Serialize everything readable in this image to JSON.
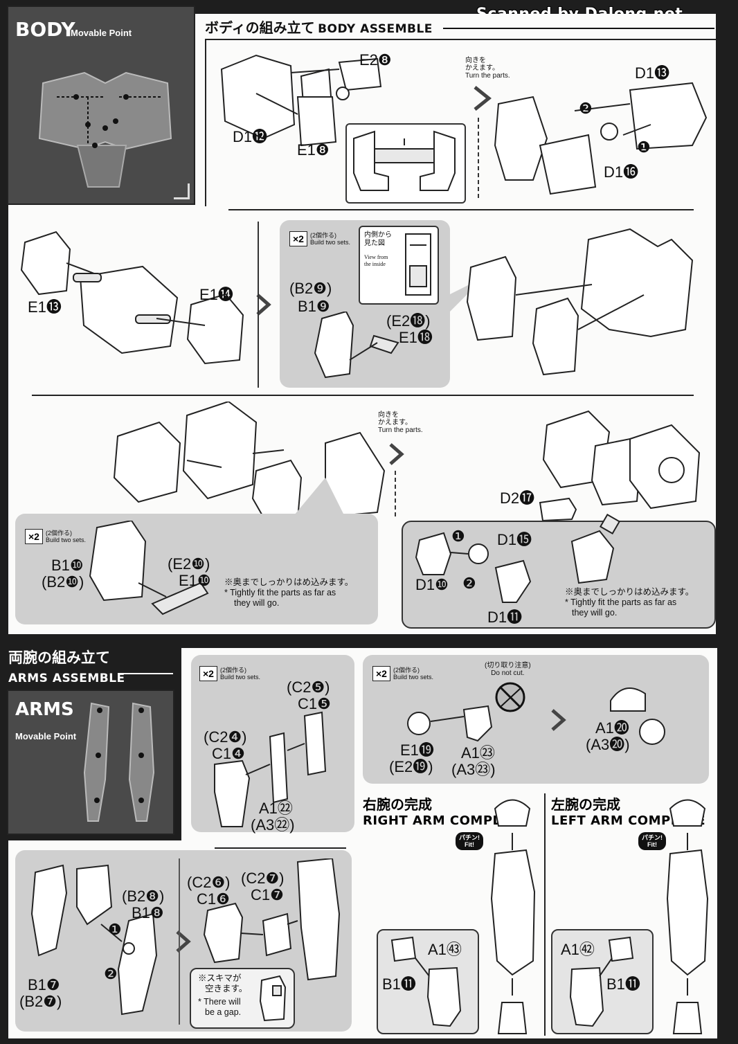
{
  "watermark": "Scanned by Dalong.net",
  "body_section": {
    "title_jp": "ボディの組み立て",
    "title_en": "BODY ASSEMBLE",
    "movable_box": {
      "label": "BODY",
      "sub": "Movable Point"
    },
    "turn_note_1": {
      "jp1": "向きを",
      "jp2": "かえます。",
      "en": "Turn the parts."
    },
    "turn_note_2": {
      "jp1": "向きを",
      "jp2": "かえます。",
      "en": "Turn the parts."
    },
    "parts": {
      "e2_8": "E2❽",
      "d1_12": "D1⓬",
      "e1_8": "E1❽",
      "d1_13": "D1⓭",
      "d1_16": "D1⓰",
      "e1_13": "E1⓭",
      "e1_14": "E1⓮",
      "b2_9": "(B2❾)",
      "b1_9": "B1❾",
      "e2_18": "(E2⓲)",
      "e1_18": "E1⓲",
      "d2_17": "D2⓱",
      "d1_15": "D1⓯",
      "d1_10": "D1❿",
      "d1_11": "D1⓫",
      "b1_10": "B1❿",
      "b2_10": "(B2❿)",
      "e2_10": "(E2❿)",
      "e1_10": "E1❿"
    },
    "step_1": "❶",
    "step_2": "❷",
    "x2_a": {
      "tag": "×2",
      "jp": "(2個作る)",
      "en": "Build two sets."
    },
    "x2_b": {
      "tag": "×2",
      "jp": "(2個作る)",
      "en": "Build two sets."
    },
    "inside_view": {
      "jp1": "内側から",
      "jp2": "見た図",
      "en1": "View from",
      "en2": "the inside"
    },
    "fit_note_1": {
      "jp": "※奥までしっかりはめ込みます。",
      "en1": "* Tightly fit the parts as far as",
      "en2": "they will go."
    },
    "fit_note_2": {
      "jp": "※奥までしっかりはめ込みます。",
      "en1": "* Tightly fit the parts as far as",
      "en2": "they will go."
    }
  },
  "arms_section": {
    "title_jp": "両腕の組み立て",
    "title_en": "ARMS ASSEMBLE",
    "movable_box": {
      "label": "ARMS",
      "sub": "Movable Point"
    },
    "x2_c": {
      "tag": "×2",
      "jp": "(2個作る)",
      "en": "Build two sets."
    },
    "x2_d": {
      "tag": "×2",
      "jp": "(2個作る)",
      "en": "Build two sets."
    },
    "do_not_cut": {
      "jp": "(切り取り注意)",
      "en": "Do not cut."
    },
    "parts": {
      "c2_5": "(C2❺)",
      "c1_5": "C1❺",
      "c2_4": "(C2❹)",
      "c1_4": "C1❹",
      "a1_22": "A1㉒",
      "a3_22": "(A3㉒)",
      "e1_19": "E1⓳",
      "e2_19": "(E2⓳)",
      "a1_23": "A1㉓",
      "a3_23": "(A3㉓)",
      "a1_20": "A1⓴",
      "a3_20": "(A3⓴)",
      "b2_8": "(B2❽)",
      "b1_8": "B1❽",
      "b1_7": "B1❼",
      "b2_7": "(B2❼)",
      "c2_6": "(C2❻)",
      "c1_6": "C1❻",
      "c2_7": "(C2❼)",
      "c1_7": "C1❼",
      "a1_53": "A1㊸",
      "b1_11_r": "B1⓫",
      "a1_52": "A1㊷",
      "b1_11_l": "B1⓫"
    },
    "step_1": "❶",
    "step_2": "❷",
    "gap_note": {
      "jp1": "※スキマが",
      "jp2": "空きます。",
      "en1": "* There will",
      "en2": "be a gap."
    },
    "right_complete": {
      "jp": "右腕の完成",
      "en": "RIGHT ARM COMPLETE",
      "fit_jp": "パチン!",
      "fit_en": "Fit!"
    },
    "left_complete": {
      "jp": "左腕の完成",
      "en": "LEFT ARM COMPLETE",
      "fit_jp": "パチン!",
      "fit_en": "Fit!"
    }
  }
}
